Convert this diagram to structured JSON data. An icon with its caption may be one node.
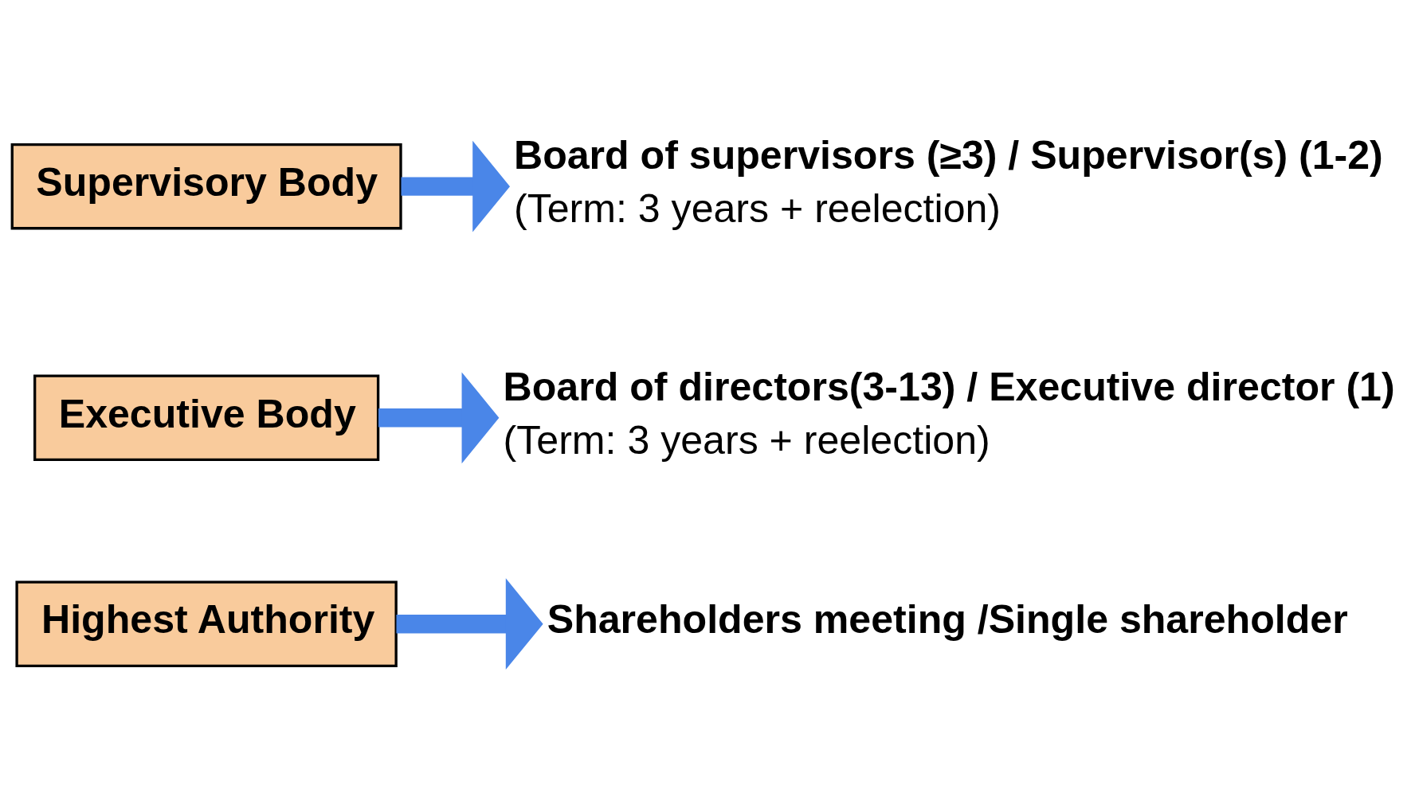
{
  "diagram": {
    "nodes": [
      {
        "text": [
          "Highest Authority"
        ]
      },
      {
        "text": [
          "Executive Body"
        ]
      },
      {
        "text": [
          "Supervisory Body"
        ]
      },
      {
        "text": [
          "Shareholders meeting /Single shareholder"
        ]
      },
      {
        "text": [
          "Board of directors(3-13) / Executive director (1)",
          "(Term: 3 years + reelection)"
        ]
      },
      {
        "text": [
          "Board of supervisors (≥3) / Supervisor(s) (1-2)",
          "(Term: 3 years + reelection)"
        ]
      }
    ],
    "edges": [
      {
        "from": 0,
        "to": 3,
        "arrow": "to"
      },
      {
        "from": 1,
        "to": 4,
        "arrow": "to"
      },
      {
        "from": 2,
        "to": 5,
        "arrow": "to"
      }
    ]
  }
}
